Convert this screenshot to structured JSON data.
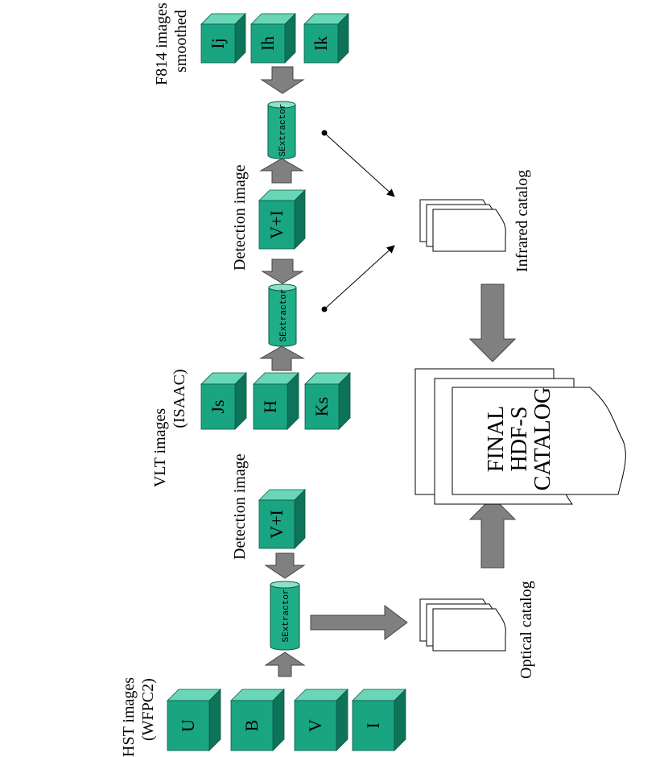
{
  "colors": {
    "cube_front": "#1aa582",
    "cube_top": "#69d6b8",
    "cube_side": "#0e7358",
    "arrow_fill": "#808080",
    "sextractor_fill": "#1fae87"
  },
  "labels": {
    "hst_images_line1": "HST images",
    "hst_images_line2": "(WFPC2)",
    "vlt_images_line1": "VLT images",
    "vlt_images_line2": "(ISAAC)",
    "f814_line1": "F814 images",
    "f814_line2": "smoothed",
    "detection_image_1": "Detection image",
    "detection_image_2": "Detection image",
    "optical_catalog": "Optical catalog",
    "infrared_catalog": "Infrared catalog",
    "final_line1": "FINAL",
    "final_line2": "HDF-S",
    "final_line3": "CATALOG"
  },
  "sextractor_label": "SExtractor",
  "cubes": {
    "hst": [
      "U",
      "B",
      "V",
      "I"
    ],
    "detection_1": "V+I",
    "vlt": [
      "Js",
      "H",
      "Ks"
    ],
    "detection_2": "V+I",
    "f814": [
      "Ij",
      "Ih",
      "Ik"
    ]
  }
}
